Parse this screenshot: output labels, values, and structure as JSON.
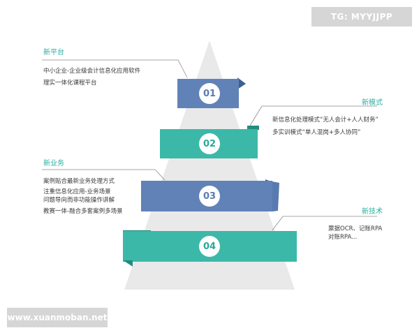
{
  "badges": {
    "top_right": "TG: MYYJJPP",
    "bottom_left": "www.xuanmoban.net"
  },
  "colors": {
    "teal": "#3cb8a9",
    "blue": "#6082b6",
    "pyramid": "#e9e9e9",
    "heading": "#2aaea0"
  },
  "levels": [
    {
      "number": "01",
      "color": "blue"
    },
    {
      "number": "02",
      "color": "teal"
    },
    {
      "number": "03",
      "color": "blue"
    },
    {
      "number": "04",
      "color": "teal"
    }
  ],
  "callouts": {
    "platform": {
      "heading": "新平台",
      "lines": [
        "中小企业-企业级会计信息化应用软件",
        "理实一体化课程平台"
      ]
    },
    "model": {
      "heading": "新模式",
      "lines": [
        "新信息化处理模式“无人会计+人人财务”",
        "多实训模式“单人混岗+多人协同”"
      ]
    },
    "business": {
      "heading": "新业务",
      "lines": [
        "案例贴合最新业务处理方式",
        "注重信息化应用-业务场景",
        "问题导向而非功能操作讲解",
        "教赛一体-融合多套案例多场景"
      ]
    },
    "technology": {
      "heading": "新技术",
      "lines": [
        "票据OCR、记账RPA",
        "对账RPA..."
      ]
    }
  }
}
